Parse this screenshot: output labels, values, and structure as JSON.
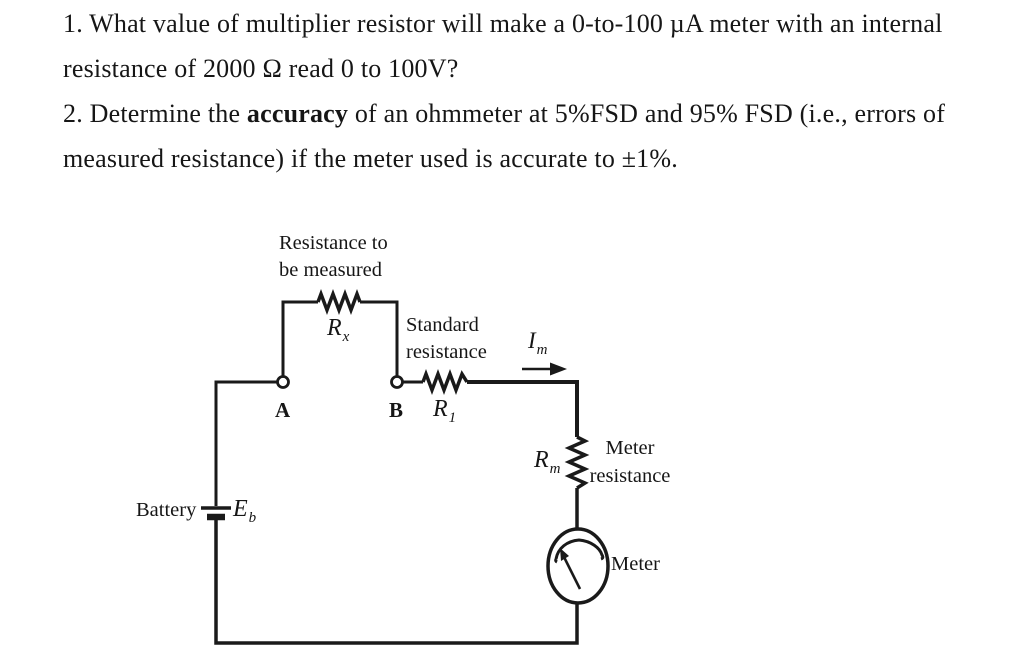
{
  "page": {
    "background": "#ffffff",
    "ink": "#1a1a1a"
  },
  "questions": {
    "q1_line1": "1. What value of multiplier resistor will make a 0-to-100 µA meter with an internal",
    "q1_line2": "resistance of 2000 Ω read 0 to 100V?",
    "q2_line1_pre": "2. Determine the ",
    "q2_line1_bold": "accuracy",
    "q2_line1_post": " of an ohmmeter at 5%FSD and 95% FSD (i.e., errors of",
    "q2_line2": "measured resistance) if the meter used is accurate to ±1%."
  },
  "circuit": {
    "measured_caption_line1": "Resistance to",
    "measured_caption_line2": "be measured",
    "rx": {
      "base": "R",
      "sub": "x"
    },
    "standard_caption_line1": "Standard",
    "standard_caption_line2": "resistance",
    "r1": {
      "base": "R",
      "sub": "1"
    },
    "im": {
      "base": "I",
      "sub": "m"
    },
    "node_a": "A",
    "node_b": "B",
    "rm": {
      "base": "R",
      "sub": "m"
    },
    "meter_resistance_caption_line1": "Meter",
    "meter_resistance_caption_line2": "resistance",
    "meter_caption": "Meter",
    "battery_caption": "Battery",
    "eb": {
      "base": "E",
      "sub": "b"
    }
  }
}
